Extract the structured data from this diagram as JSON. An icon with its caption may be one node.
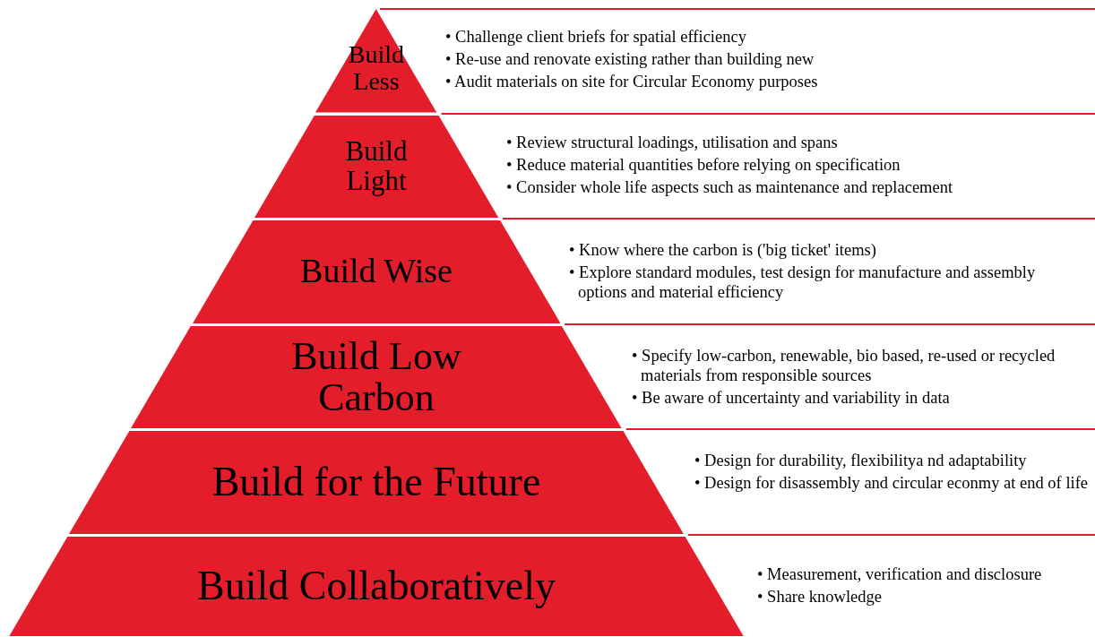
{
  "diagram": {
    "nodes": [
      {
        "text": [
          "Build Less"
        ],
        "beside": [
          "• Challenge client briefs for spatial efficiency",
          "• Re-use and renovate existing rather than building new",
          "• Audit materials on site for Circular Economy purposes"
        ]
      },
      {
        "text": [
          "Build Light"
        ],
        "beside": [
          "• Review structural loadings, utilisation and spans",
          "• Reduce material quantities before relying on specification",
          "• Consider whole life aspects such as maintenance and replacement"
        ]
      },
      {
        "text": [
          "Build Wise"
        ],
        "beside": [
          "• Know where the carbon is ('big ticket' items)",
          "• Explore standard modules, test design for manufacture and assembly options and material efficiency"
        ]
      },
      {
        "text": [
          "Build Low Carbon"
        ],
        "beside": [
          "• Specify low-carbon, renewable, bio based, re-used or recycled materials from responsible sources",
          "• Be aware of uncertainty and variability in data"
        ]
      },
      {
        "text": [
          "Build for the Future"
        ],
        "beside": [
          "• Design for durability, flexibilitya nd adaptability",
          "• Design for disassembly and circular econmy at end of life"
        ]
      },
      {
        "text": [
          "Build Collaboratively"
        ],
        "beside": [
          "• Measurement, verification and disclosure",
          "• Share knowledge"
        ]
      }
    ]
  }
}
